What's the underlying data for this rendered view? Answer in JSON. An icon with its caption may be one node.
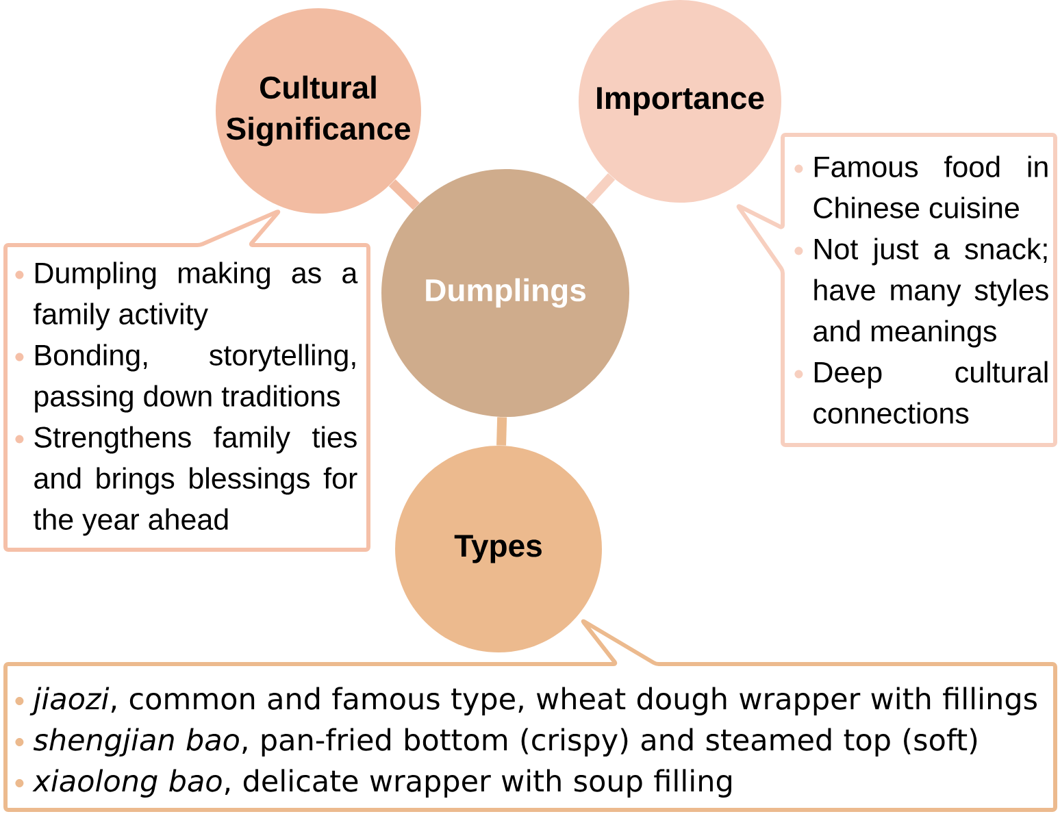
{
  "diagram": {
    "nodes": [
      {
        "text": [
          "Cultural Significance"
        ]
      },
      {
        "text": [
          "Importance"
        ]
      },
      {
        "text": [
          "Dumplings"
        ]
      },
      {
        "text": [
          "Dumpling making as a family activity",
          "Bonding, storytelling, passing down traditions",
          "Strengthens family ties and brings blessings for the year ahead"
        ]
      },
      {
        "text": [
          "Famous food in Chinese cuisine",
          "Not just a snack; have many styles and meanings",
          "Deep cultural connections"
        ]
      },
      {
        "text": [
          "Types"
        ]
      },
      {
        "text": [
          "*jiaozi*, common and famous type, wheat dough wrapper with fillings",
          "*shengjian bao*, pan-fried bottom (crispy) and steamed top (soft)",
          "*xiaolong bao*, delicate wrapper with soup filling"
        ]
      }
    ],
    "edges": [
      {
        "from": 2,
        "to": 0,
        "arrow": "none",
        "color": "#f2bca2"
      },
      {
        "from": 2,
        "to": 1,
        "arrow": "none",
        "color": "#f7d1c1"
      },
      {
        "from": 2,
        "to": 5,
        "arrow": "none",
        "color": "#ebba8e"
      }
    ]
  }
}
